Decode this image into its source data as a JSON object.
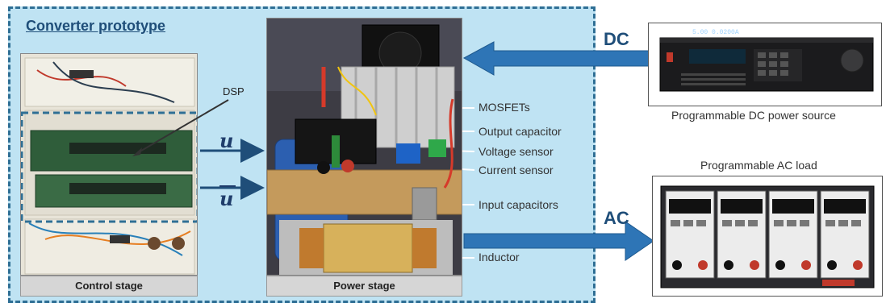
{
  "prototype": {
    "title": "Converter prototype",
    "control_caption": "Control stage",
    "power_caption": "Power stage",
    "dsp_label": "DSP"
  },
  "signals": {
    "u": "u",
    "u_bar": "u"
  },
  "components": [
    "MOSFETs",
    "Output capacitor",
    "Voltage sensor",
    "Current sensor",
    "Input capacitors",
    "Inductor"
  ],
  "io": {
    "dc_label": "DC",
    "ac_label": "AC"
  },
  "devices": {
    "dc_source_caption": "Programmable DC power source",
    "ac_load_caption": "Programmable AC load",
    "dc_display_v": "5.00",
    "dc_display_a": "0.0200A"
  },
  "colors": {
    "proto_bg": "#bfe3f3",
    "proto_border": "#2f6f95",
    "arrow": "#2e75b6",
    "title": "#1f4e79"
  }
}
